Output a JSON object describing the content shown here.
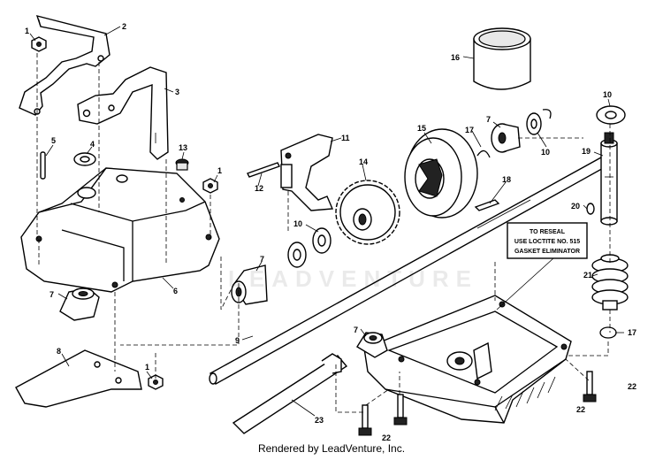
{
  "labels": {
    "l1a": "1",
    "l2": "2",
    "l3": "3",
    "l4": "4",
    "l5": "5",
    "l6": "6",
    "l7a": "7",
    "l8": "8",
    "l1b": "1",
    "l13": "13",
    "l1c": "1",
    "l12": "12",
    "l11": "11",
    "l14": "14",
    "l10a": "10",
    "l7b": "7",
    "l9": "9",
    "l23": "23",
    "l15": "15",
    "l16": "16",
    "l17a": "17",
    "l7c": "7",
    "l10b": "10",
    "l18": "18",
    "l10c": "10",
    "l19": "19",
    "l20": "20",
    "l21": "21",
    "l17b": "17",
    "l7d": "7",
    "l22a": "22",
    "l22b": "22",
    "l22c": "22"
  },
  "note": {
    "line1": "TO RESEAL",
    "line2": "USE LOCTITE NO. 515",
    "line3": "GASKET ELIMINATOR"
  },
  "watermark": "LEADVENTURE",
  "footer": "Rendered by LeadVenture, Inc."
}
